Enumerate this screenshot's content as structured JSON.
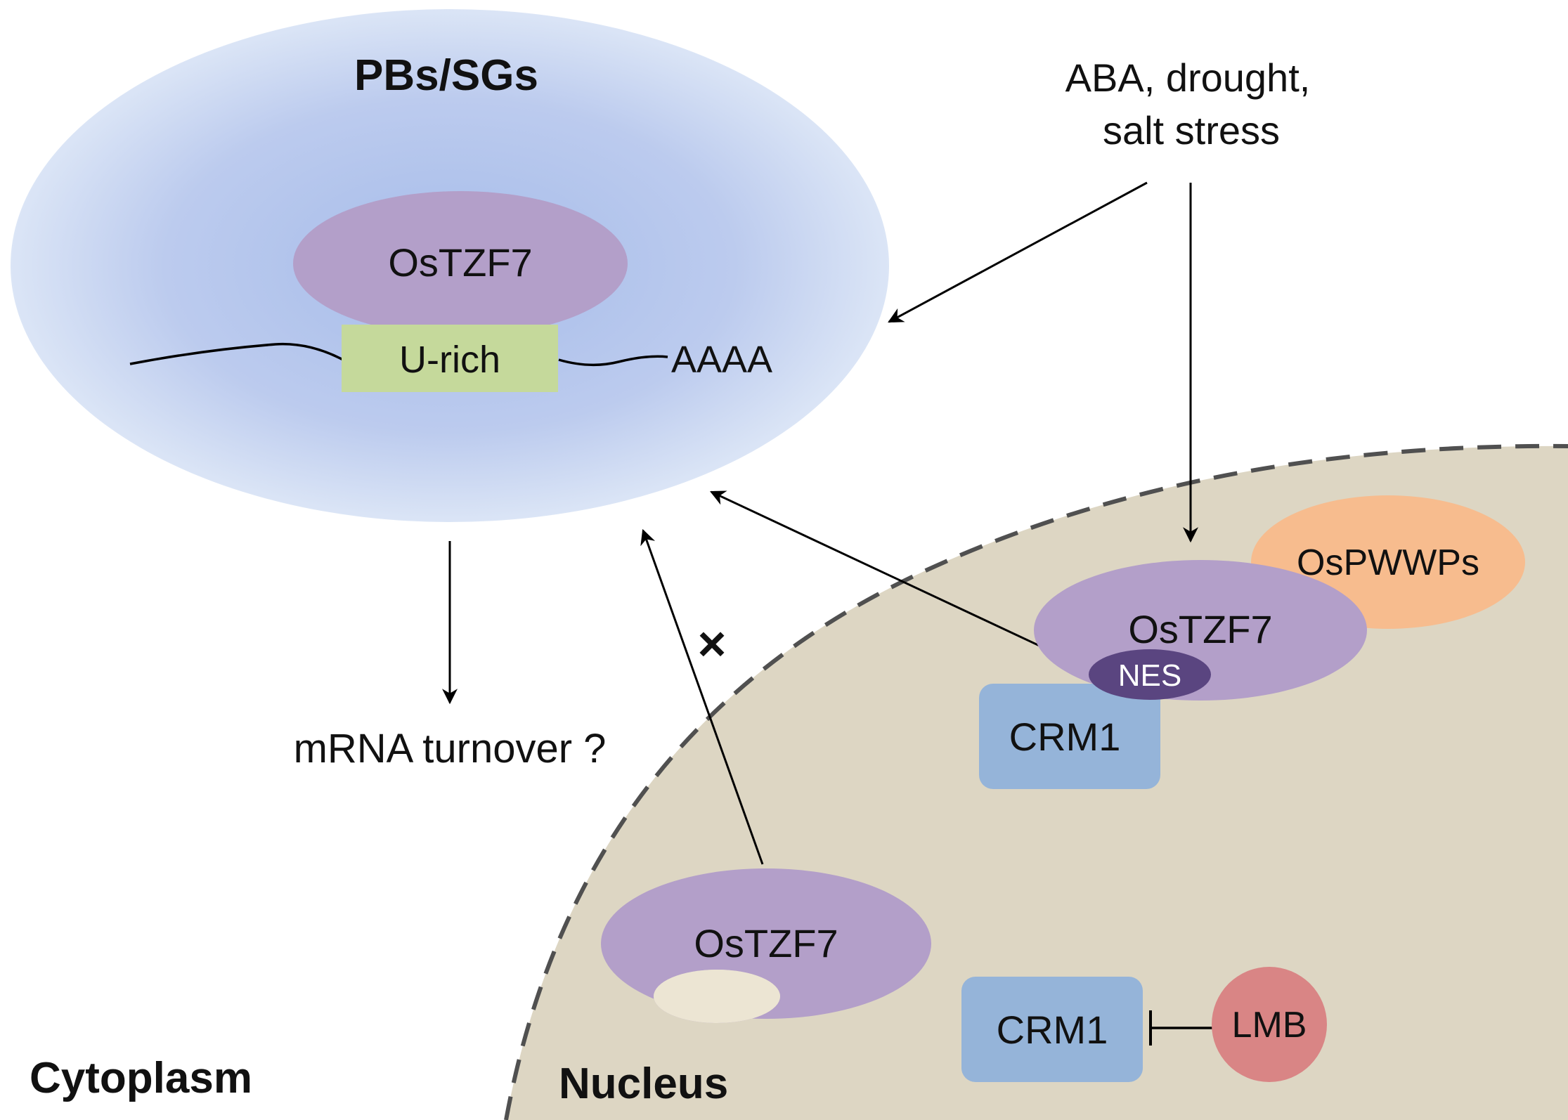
{
  "granule": {
    "title": "PBs/SGs",
    "protein": "OsTZF7",
    "element": "U-rich",
    "polyA": "AAAA"
  },
  "stimulus": {
    "line1": "ABA, drought,",
    "line2": "salt stress"
  },
  "outcome": "mRNA turnover ?",
  "blocked_mark": "×",
  "nucleus": {
    "label": "Nucleus",
    "upper_complex": {
      "protein": "OsTZF7",
      "nes": "NES",
      "partner": "OsPWWPs",
      "exporter": "CRM1"
    },
    "lower_complex": {
      "protein": "OsTZF7",
      "exporter": "CRM1",
      "inhibitor": "LMB"
    }
  },
  "cytoplasm_label": "Cytoplasm",
  "colors": {
    "granule_center": "#a6bcea",
    "granule_edge": "#dbe5f6",
    "nucleus_fill": "#ddd6c3",
    "nucleus_border": "#505050",
    "ostzf7": "#b39fc9",
    "nes": "#5a4580",
    "crm1": "#95b4d9",
    "u_rich": "#c5d99b",
    "ospwwps": "#f7bc8e",
    "lmb": "#d98585",
    "arrow": "#000000"
  }
}
